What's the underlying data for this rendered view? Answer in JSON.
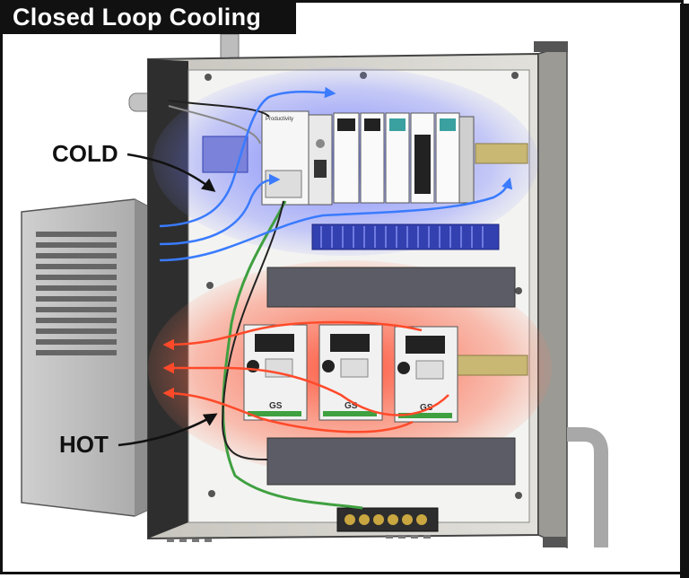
{
  "title": "Closed Loop Cooling",
  "labels": {
    "cold": "COLD",
    "hot": "HOT"
  },
  "device_text": {
    "controller_brand": "Productivity",
    "drive_brand": "GS"
  },
  "colors": {
    "cold_glow": "#4d5cff",
    "cold_arrow": "#3a7bff",
    "hot_glow": "#ff3b1f",
    "hot_arrow": "#ff4a2a",
    "enclosure": "#d9d7d0",
    "panel": "#f3f3f1",
    "ground_wire": "#3fa040",
    "duct": "#5c5c66",
    "terminal_block": "#3340b0",
    "din_rail": "#c9b874"
  },
  "icons": [
    "cold-air-arrow",
    "hot-air-arrow",
    "cooler-vent-icon"
  ]
}
